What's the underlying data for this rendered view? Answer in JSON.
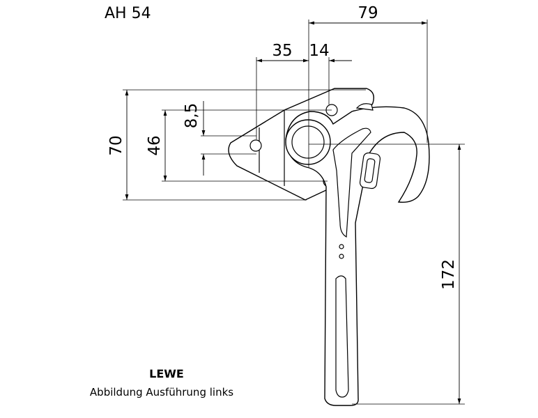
{
  "title": "AH 54",
  "brand": "LEWE",
  "caption": "Abbildung Ausführung links",
  "dimensions": {
    "width_total": "79",
    "offset_35": "35",
    "offset_14": "14",
    "height_70": "70",
    "height_46": "46",
    "height_8_5": "8,5",
    "length_172": "172"
  }
}
